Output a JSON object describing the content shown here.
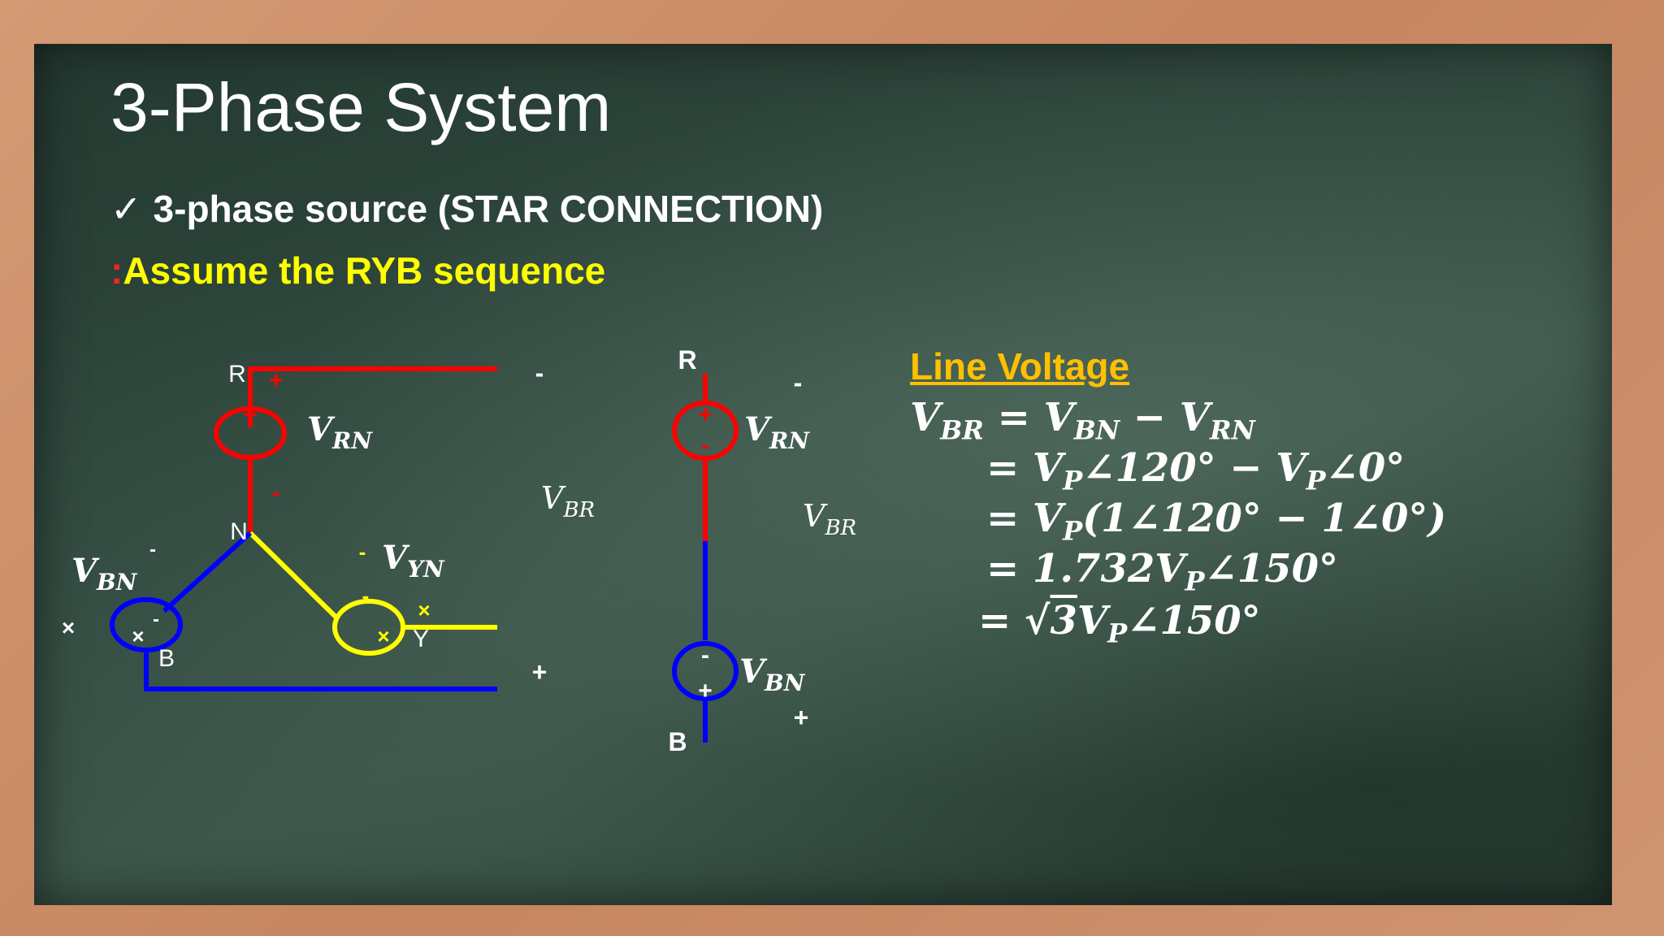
{
  "slide": {
    "title": "3-Phase System",
    "bullet_icon": "check-mark-icon",
    "bullet_text": "3-phase source (STAR CONNECTION)",
    "assume_prefix": ":",
    "assume_text": "Assume the RYB sequence"
  },
  "colors": {
    "red_phase": "#ff0000",
    "yellow_phase": "#ffff00",
    "blue_phase": "#0000ff",
    "heading": "#ffc000",
    "chalkboard": "#2f463c",
    "frame": "#c98f6a"
  },
  "star_diagram": {
    "node_r": "R",
    "node_n": "N",
    "node_b": "B",
    "node_y": "Y",
    "v_rn": "V",
    "v_rn_sub": "RN",
    "v_yn": "V",
    "v_yn_sub": "YN",
    "v_bn": "V",
    "v_bn_sub": "BN",
    "v_br": "V",
    "v_br_sub": "BR",
    "plus": "+",
    "minus": "-",
    "cross": "×"
  },
  "series_diagram": {
    "node_r": "R",
    "node_b": "B",
    "v_rn": "V",
    "v_rn_sub": "RN",
    "v_bn": "V",
    "v_bn_sub": "BN",
    "v_br": "V",
    "v_br_sub": "BR",
    "plus": "+",
    "minus": "-"
  },
  "line_voltage": {
    "heading": "Line Voltage",
    "equations": [
      "V_BR = V_BN − V_RN",
      "= V_P∠120° − V_P∠0°",
      "= V_P(1∠120° − 1∠0°)",
      "= 1.732V_P∠150°",
      "= √3V_P∠150°"
    ]
  }
}
